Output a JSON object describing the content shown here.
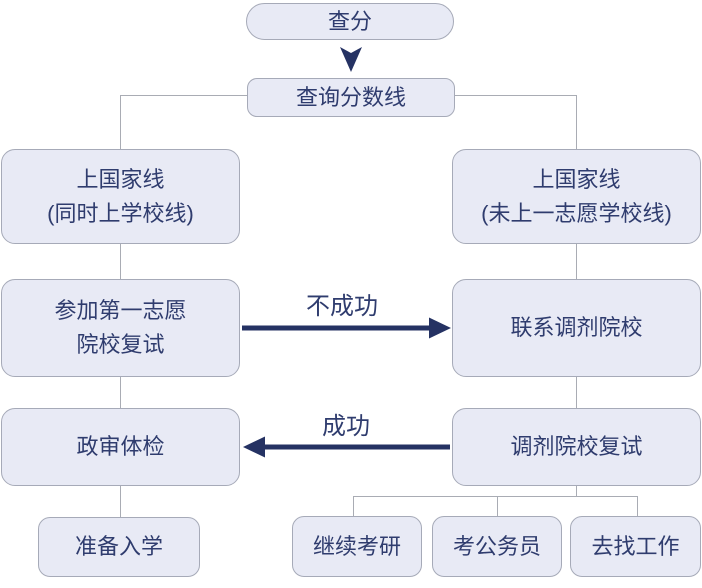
{
  "colors": {
    "node_fill": "#e8eaf5",
    "node_border": "#a6aab8",
    "text": "#2f3c6e",
    "arrow": "#253263",
    "connector": "#a9acb4",
    "background": "#ffffff"
  },
  "nodes": {
    "check_score": {
      "label": "查分"
    },
    "check_cutoff": {
      "label": "查询分数线"
    },
    "pass_national_and_school": {
      "line1": "上国家线",
      "line2": "(同时上学校线)"
    },
    "pass_national_not_first_choice": {
      "line1": "上国家线",
      "line2": "(未上一志愿学校线)"
    },
    "first_choice_retest": {
      "line1": "参加第一志愿",
      "line2": "院校复试"
    },
    "contact_adjustment_schools": {
      "label": "联系调剂院校"
    },
    "political_review_physical": {
      "label": "政审体检"
    },
    "adjustment_school_retest": {
      "label": "调剂院校复试"
    },
    "prepare_enrollment": {
      "label": "准备入学"
    },
    "retake_postgrad_exam": {
      "label": "继续考研"
    },
    "take_civil_service_exam": {
      "label": "考公务员"
    },
    "find_job": {
      "label": "去找工作"
    }
  },
  "edges": {
    "unsuccessful_label": "不成功",
    "successful_label": "成功"
  }
}
